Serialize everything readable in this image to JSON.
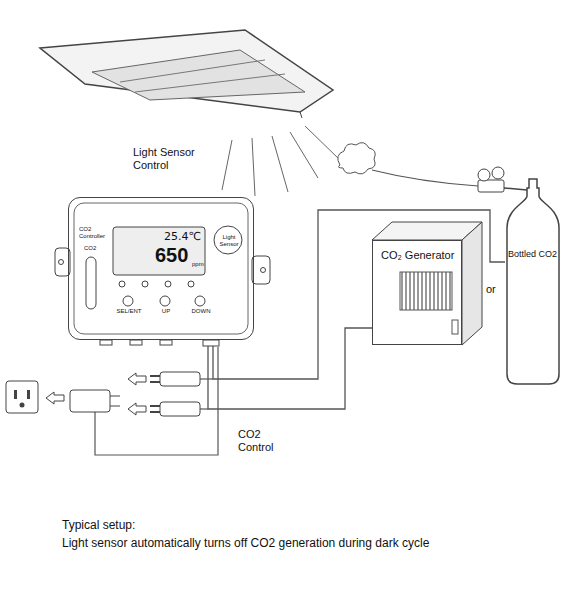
{
  "diagram": {
    "caption": "Light sensor automatically turns off CO2 generation during dark cycle",
    "nodes": [
      {
        "text": [
          "CO2 Controller",
          "CO2",
          "25.4℃",
          "650",
          "ppm",
          "Light Sensor",
          "SEL/ENT",
          "UP",
          "DOWN"
        ]
      },
      {
        "text": [
          "CO₂ Generator"
        ]
      },
      {
        "text": [
          "Bottled CO2"
        ]
      }
    ],
    "edges": [
      {
        "from": 0,
        "to": 1,
        "arrow": "none"
      },
      {
        "from": 0,
        "to": 2,
        "arrow": "none"
      }
    ],
    "labels": [
      "Light Sensor Control",
      "or",
      "CO2 Control",
      "Typical setup:"
    ]
  }
}
